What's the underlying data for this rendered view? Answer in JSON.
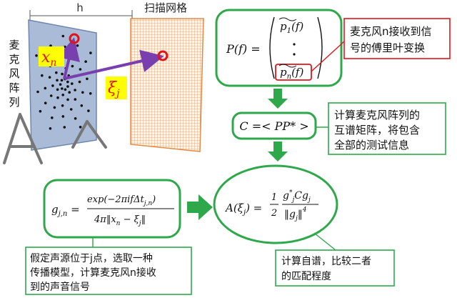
{
  "scene": {
    "h_label": "h",
    "grid_label": "扫描网格",
    "mic_array_label": [
      "麦",
      "克",
      "风",
      "阵",
      "列"
    ],
    "xn_label": "x",
    "xn_sub": "n",
    "xi_label": "ξ",
    "xi_sub": "j"
  },
  "formula_p": {
    "lhs": "P(f) =",
    "top": "p",
    "top_sub": "1",
    "top_arg": "(f)",
    "bottom": "p",
    "bottom_sub": "n",
    "bottom_arg": "(f)"
  },
  "note_fourier": [
    "麦克风n接收到信",
    "号的傅里叶变换"
  ],
  "formula_c": "C =< PP* >",
  "note_cross": [
    "计算麦克风阵列的",
    "互谱矩阵，将包含",
    "全部的测试信息"
  ],
  "formula_g": {
    "lhs": "g",
    "lhs_sub": "j,n",
    "numerator": "exp(−2πifΔt",
    "numerator_sub": "j,n",
    "denominator": "4π‖x",
    "den_sub1": "n",
    "den_mid": " − ξ",
    "den_sub2": "j"
  },
  "formula_a": {
    "lhs": "A(ξ",
    "lhs_sub": "j",
    "half_num": "1",
    "half_den": "2",
    "num": "g",
    "den": "‖g",
    "exp": "4"
  },
  "note_assume": [
    "假定声源位于j点，选取一种",
    "传播模型，计算麦克风n接收",
    "到的声音信号"
  ],
  "note_self": [
    "计算自谱，比较二者",
    "的匹配程度"
  ],
  "colors": {
    "green": "#2ea84a",
    "red": "#e0151b",
    "purple": "#7a3fae",
    "grid": "#e6a06a",
    "panel": "#9fb3d3",
    "label_bg": "#ffff00"
  }
}
